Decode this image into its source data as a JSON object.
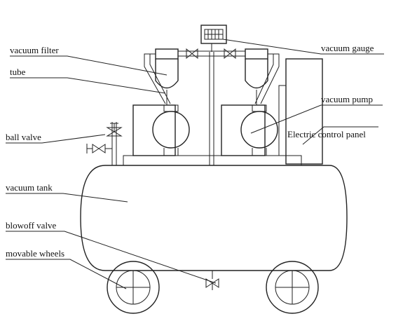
{
  "labels": {
    "vacuum_filter": "vacuum filter",
    "tube": "tube",
    "ball_valve": "ball valve",
    "vacuum_tank": "vacuum tank",
    "blowoff_valve": "blowoff valve",
    "movable_wheels": "movable wheels",
    "vacuum_gauge": "vacuum gauge",
    "vacuum_pump": "vacuum pump",
    "electric_control_panel": "Electric control panel"
  }
}
